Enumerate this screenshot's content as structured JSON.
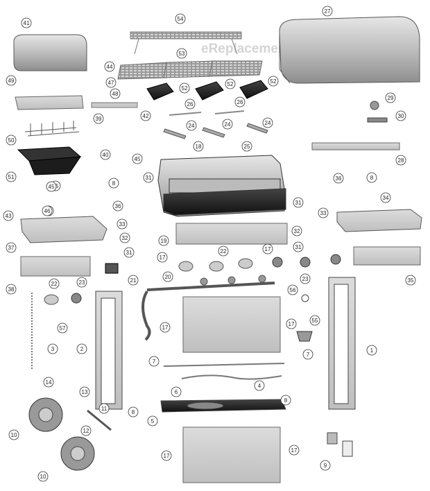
{
  "watermark": "eReplacementParts.com",
  "callouts": [
    "1",
    "2",
    "3",
    "4",
    "5",
    "6",
    "7",
    "8",
    "9",
    "10",
    "11",
    "12",
    "13",
    "14",
    "15",
    "16",
    "17",
    "18",
    "19",
    "20",
    "21",
    "22",
    "23",
    "24",
    "25",
    "26",
    "27",
    "28",
    "29",
    "30",
    "31",
    "32",
    "33",
    "34",
    "35",
    "36",
    "37",
    "38",
    "39",
    "40",
    "41",
    "42",
    "43",
    "44",
    "45",
    "46",
    "47",
    "48",
    "49",
    "50",
    "51",
    "52",
    "53",
    "54",
    "55",
    "56",
    "57"
  ]
}
